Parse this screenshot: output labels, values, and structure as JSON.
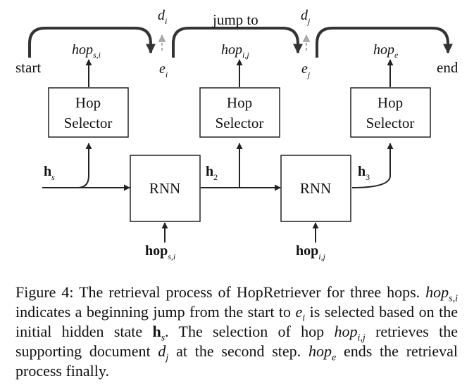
{
  "diagram": {
    "start_label": "start",
    "end_label": "end",
    "jump_to_label": "jump to",
    "doc_i": {
      "base": "d",
      "sub": "i"
    },
    "doc_j": {
      "base": "d",
      "sub": "j"
    },
    "ent_i": {
      "base": "e",
      "sub": "i"
    },
    "ent_j": {
      "base": "e",
      "sub": "j"
    },
    "hop_si": {
      "base": "hop",
      "sub": "s,i"
    },
    "hop_ij": {
      "base": "hop",
      "sub": "i,j"
    },
    "hop_e": {
      "base": "hop",
      "sub": "e"
    },
    "hop_selector_line1": "Hop",
    "hop_selector_line2": "Selector",
    "rnn_label": "RNN",
    "h_s": {
      "base": "h",
      "sub": "s"
    },
    "h_2": {
      "base": "h",
      "sub": "2"
    },
    "h_3": {
      "base": "h",
      "sub": "3"
    },
    "input_hop_si": {
      "base": "hop",
      "sub": "s,i"
    },
    "input_hop_ij": {
      "base": "hop",
      "sub": "i,j"
    }
  },
  "caption": {
    "t1": "Figure 4: The retrieval process of HopRetriever for three hops. ",
    "m1": "hop",
    "m1s": "s,i",
    "t2": " indicates a beginning jump from the start to ",
    "m2": "e",
    "m2s": "i",
    "t3": " is selected based on the initial hidden state ",
    "m3": "h",
    "m3s": "s",
    "t4": ". The selection of hop ",
    "m4": "hop",
    "m4s": "i,j",
    "t5": " retrieves the supporting document ",
    "m5": "d",
    "m5s": "j",
    "t6": " at the second step. ",
    "m6": "hop",
    "m6s": "e",
    "t7": " ends the retrieval process finally."
  },
  "colors": {
    "line": "#333333",
    "dashed": "#999999",
    "text": "#111111"
  }
}
